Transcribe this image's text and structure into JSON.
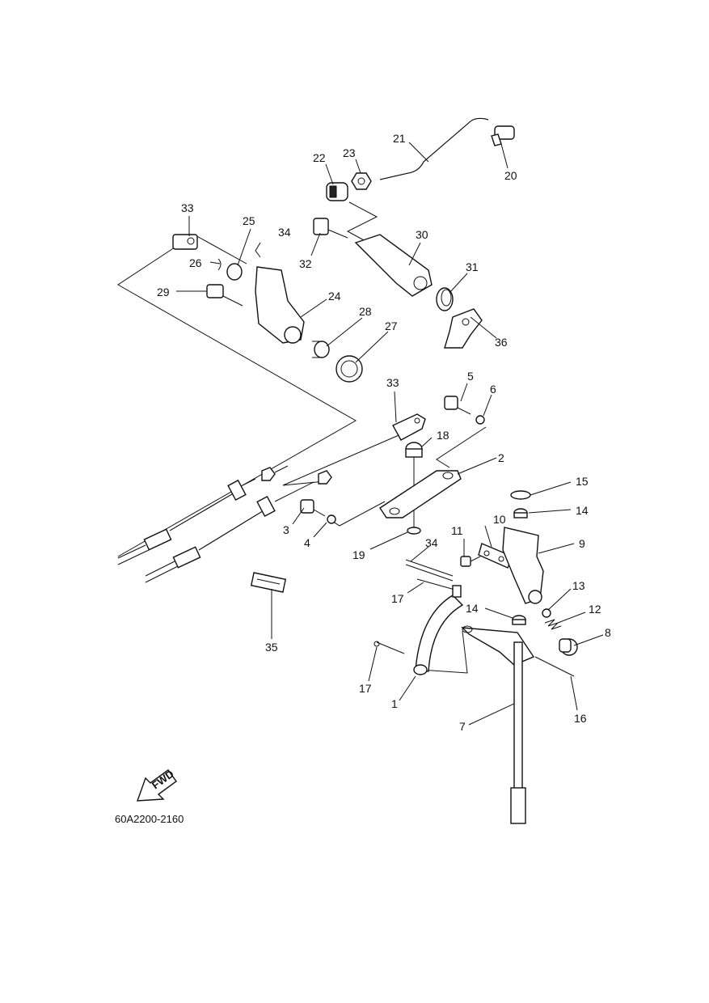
{
  "diagram_code": "60A2200-2160",
  "fwd_label": "FWD",
  "callouts": [
    {
      "id": "c1",
      "label": "1"
    },
    {
      "id": "c2",
      "label": "2"
    },
    {
      "id": "c3",
      "label": "3"
    },
    {
      "id": "c4",
      "label": "4"
    },
    {
      "id": "c5",
      "label": "5"
    },
    {
      "id": "c6",
      "label": "6"
    },
    {
      "id": "c7",
      "label": "7"
    },
    {
      "id": "c8",
      "label": "8"
    },
    {
      "id": "c9",
      "label": "9"
    },
    {
      "id": "c10",
      "label": "10"
    },
    {
      "id": "c11",
      "label": "11"
    },
    {
      "id": "c12",
      "label": "12"
    },
    {
      "id": "c13",
      "label": "13"
    },
    {
      "id": "c14a",
      "label": "14"
    },
    {
      "id": "c14b",
      "label": "14"
    },
    {
      "id": "c15",
      "label": "15"
    },
    {
      "id": "c16",
      "label": "16"
    },
    {
      "id": "c17a",
      "label": "17"
    },
    {
      "id": "c17b",
      "label": "17"
    },
    {
      "id": "c18",
      "label": "18"
    },
    {
      "id": "c19",
      "label": "19"
    },
    {
      "id": "c20",
      "label": "20"
    },
    {
      "id": "c21",
      "label": "21"
    },
    {
      "id": "c22",
      "label": "22"
    },
    {
      "id": "c23",
      "label": "23"
    },
    {
      "id": "c24",
      "label": "24"
    },
    {
      "id": "c25",
      "label": "25"
    },
    {
      "id": "c26",
      "label": "26"
    },
    {
      "id": "c27",
      "label": "27"
    },
    {
      "id": "c28",
      "label": "28"
    },
    {
      "id": "c29",
      "label": "29"
    },
    {
      "id": "c30",
      "label": "30"
    },
    {
      "id": "c31",
      "label": "31"
    },
    {
      "id": "c32",
      "label": "32"
    },
    {
      "id": "c33a",
      "label": "33"
    },
    {
      "id": "c33b",
      "label": "33"
    },
    {
      "id": "c34a",
      "label": "34"
    },
    {
      "id": "c34b",
      "label": "34"
    },
    {
      "id": "c35",
      "label": "35"
    },
    {
      "id": "c36",
      "label": "36"
    }
  ]
}
